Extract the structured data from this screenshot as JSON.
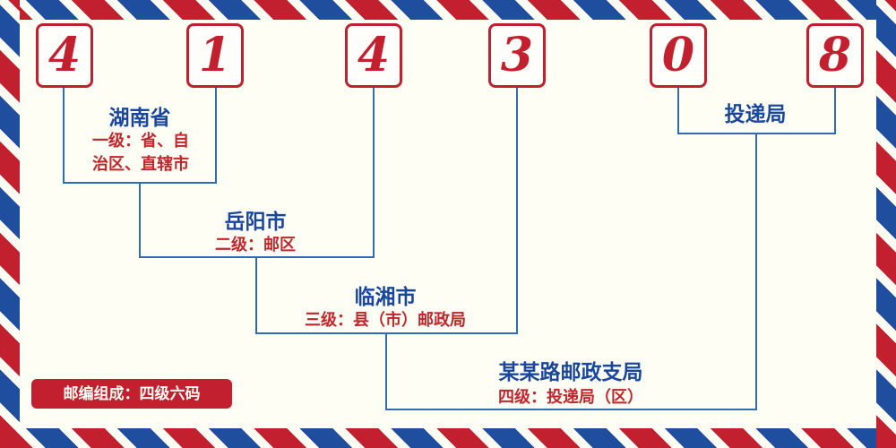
{
  "postal_code": {
    "digits": [
      "4",
      "1",
      "4",
      "3",
      "0",
      "8"
    ]
  },
  "levels": [
    {
      "name": "湖南省",
      "desc": "一级：省、自治区、直辖市"
    },
    {
      "name": "岳阳市",
      "desc": "二级：邮区"
    },
    {
      "name": "临湘市",
      "desc": "三级：县（市）邮政局"
    },
    {
      "name": "某某路邮政支局",
      "desc": "四级：投递局（区）"
    }
  ],
  "delivery": {
    "label": "投递局"
  },
  "footer": {
    "badge": "邮编组成：四级六码"
  },
  "colors": {
    "digit_red": "#c3202f",
    "label_blue": "#1a479e",
    "desc_red": "#c0272d",
    "line_blue": "#2e6db4",
    "stripe_red": "#c3202f",
    "stripe_blue": "#1f4e9e",
    "background": "#fffef4"
  }
}
